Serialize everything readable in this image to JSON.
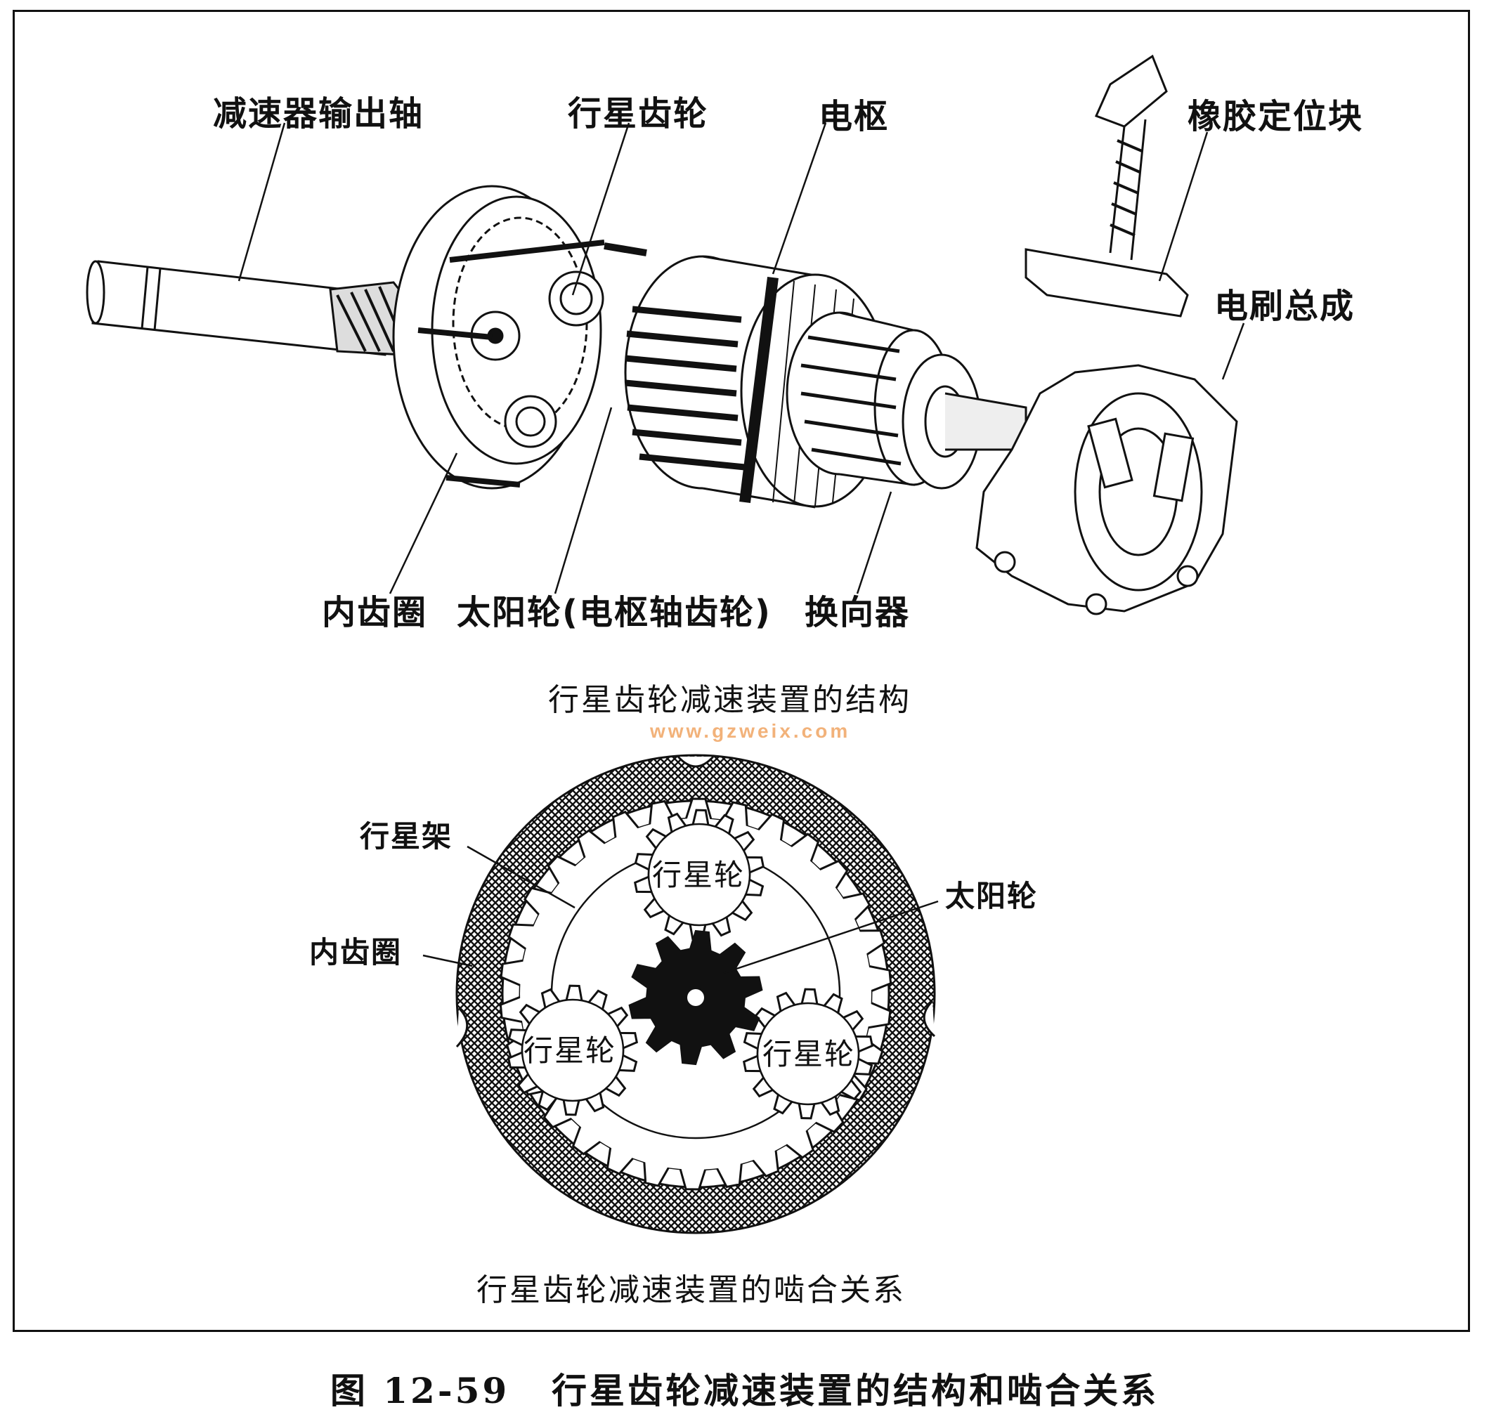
{
  "top_diagram": {
    "labels": {
      "reducer_output_shaft": "减速器输出轴",
      "planet_gear": "行星齿轮",
      "armature": "电枢",
      "rubber_locator": "橡胶定位块",
      "brush_assembly": "电刷总成",
      "ring_gear": "内齿圈",
      "sun_gear": "太阳轮(电枢轴齿轮)",
      "commutator": "换向器"
    },
    "caption": "行星齿轮减速装置的结构"
  },
  "watermark": "www.gzweix.com",
  "bottom_diagram": {
    "labels": {
      "planet_carrier": "行星架",
      "ring_gear": "内齿圈",
      "sun_gear": "太阳轮",
      "planet_top": "行星轮",
      "planet_left": "行星轮",
      "planet_right": "行星轮"
    },
    "caption": "行星齿轮减速装置的啮合关系"
  },
  "figure": {
    "number": "图 12-59",
    "title": "行星齿轮减速装置的结构和啮合关系"
  }
}
